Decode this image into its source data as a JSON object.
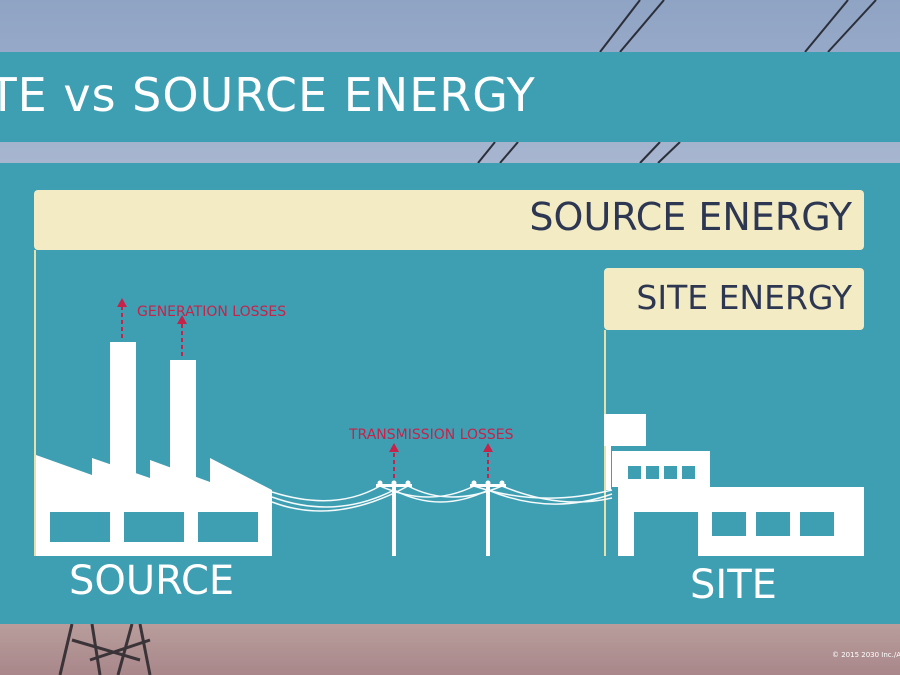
{
  "title": "ITE vs SOURCE ENERGY",
  "source_energy_label": "SOURCE ENERGY",
  "site_energy_label": "SITE ENERGY",
  "generation_losses": "GENERATION LOSSES",
  "transmission_losses": "TRANSMISSION LOSSES",
  "source_label": "SOURCE",
  "site_label": "SITE",
  "copyright": "© 2015 2030 Inc./A",
  "colors": {
    "panel": "#3e9fb3",
    "box": "#f2ebc4",
    "box_text": "#2d3752",
    "loss_text": "#c7224a",
    "icon": "#ffffff"
  }
}
